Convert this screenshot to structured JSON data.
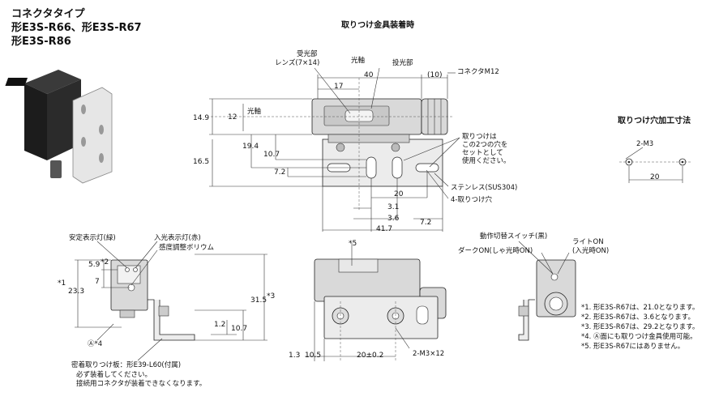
{
  "header": {
    "line1": "コネクタタイプ",
    "line2": "形E3S-R66、形E3S-R67",
    "line3": "形E3S-R86"
  },
  "top_view": {
    "title": "取りつけ金具装着時",
    "label_receiver": "受光部",
    "label_lens": "レンズ(7×14)",
    "label_optical_axis": "光軸",
    "label_emitter": "投光部",
    "label_connector": "コネクタM12",
    "label_optical_axis_side": "光軸",
    "label_mount_note": "取りつけは\nこの2つの穴を\nセットとして\n使用ください。",
    "label_stainless": "ステンレス(SUS304)",
    "label_holes": "4-取りつけ穴",
    "dims": {
      "d17": "17",
      "d40": "40",
      "d10": "(10)",
      "d14_9": "14.9",
      "d12": "12",
      "d19_4": "19.4",
      "d10_7": "10.7",
      "d16_5": "16.5",
      "d7_2": "7.2",
      "d20": "20",
      "d3_1": "3.1",
      "d3_6": "3.6",
      "d7_2b": "7.2",
      "d41_7": "41.7"
    }
  },
  "hole_section": {
    "title": "取りつけ穴加工寸法",
    "label_m3": "2-M3",
    "dim_20": "20"
  },
  "left_view": {
    "label_stable": "安定表示灯(緑)",
    "label_incident": "入光表示灯(赤)",
    "label_sensitivity": "感度調整ボリウム",
    "d5_9": "5.9",
    "star2": "*2",
    "d7": "7",
    "star1": "*1",
    "d23_3": "23.3",
    "d31_5": "31.5",
    "star3": "*3",
    "d1_2": "1.2",
    "d10_7": "10.7",
    "label_a": "Ⓐ*4",
    "bracket_note": "密着取りつけ板：形E39-L60(付属)",
    "bracket_note2": "必ず装着してください。",
    "bracket_note3": "接続用コネクタが装着できなくなります。"
  },
  "front_view": {
    "star5": "*5",
    "d1_3": "1.3",
    "d10_5": "10.5",
    "d20": "20±0.2",
    "label_m3x12": "2-M3×12"
  },
  "right_view": {
    "label_switch": "動作切替スイッチ(黒)",
    "label_dark": "ダークON(しゃ光時ON)",
    "label_light": "ライトON",
    "label_light2": "(入光時ON)"
  },
  "footnotes": [
    "*1. 形E3S-R67は、21.0となります。",
    "*2. 形E3S-R67は、3.6となります。",
    "*3. 形E3S-R67は、29.2となります。",
    "*4. Ⓐ面にも取りつけ金具使用可能。",
    "*5. 形E3S-R67にはありません。"
  ]
}
